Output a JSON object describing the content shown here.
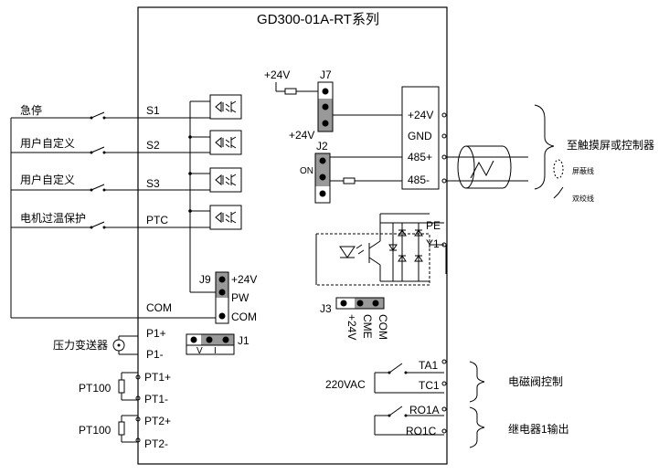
{
  "title": "GD300-01A-RT系列",
  "left_inputs": [
    {
      "label": "急停",
      "terminal": "S1"
    },
    {
      "label": "用户自定义",
      "terminal": "S2"
    },
    {
      "label": "用户自定义",
      "terminal": "S3"
    },
    {
      "label": "电机过温保护",
      "terminal": "PTC"
    }
  ],
  "com_left": "COM",
  "pressure": {
    "label": "压力变送器",
    "p1plus": "P1+",
    "p1minus": "P1-"
  },
  "pt100_1": {
    "label": "PT100",
    "plus": "PT1+",
    "minus": "PT1-"
  },
  "pt100_2": {
    "label": "PT100",
    "plus": "PT2+",
    "minus": "PT2-"
  },
  "j7": {
    "label": "J7",
    "v24": "+24V"
  },
  "j2": {
    "label": "J2",
    "v24": "+24V",
    "on": "ON"
  },
  "j9": {
    "label": "J9",
    "v24": "+24V",
    "pw": "PW",
    "com": "COM"
  },
  "j1": {
    "label": "J1",
    "v": "V",
    "i": "I"
  },
  "j3": {
    "label": "J3",
    "pins": [
      "+24V",
      "CME",
      "COM"
    ]
  },
  "comm_terminals": [
    "+24V",
    "GND",
    "485+",
    "485-"
  ],
  "comm_note": {
    "main": "至触摸屏或控制器",
    "shield": "屏蔽线",
    "twisted": "双绞线"
  },
  "output_terminals": {
    "pe": "PE",
    "y1": "Y1"
  },
  "relay_block": {
    "voltage": "220VAC",
    "ta1": "TA1",
    "tc1": "TC1",
    "ro1a": "RO1A",
    "ro1c": "RO1C"
  },
  "right_notes": {
    "valve": "电磁阀控制",
    "relay": "继电器1输出"
  }
}
